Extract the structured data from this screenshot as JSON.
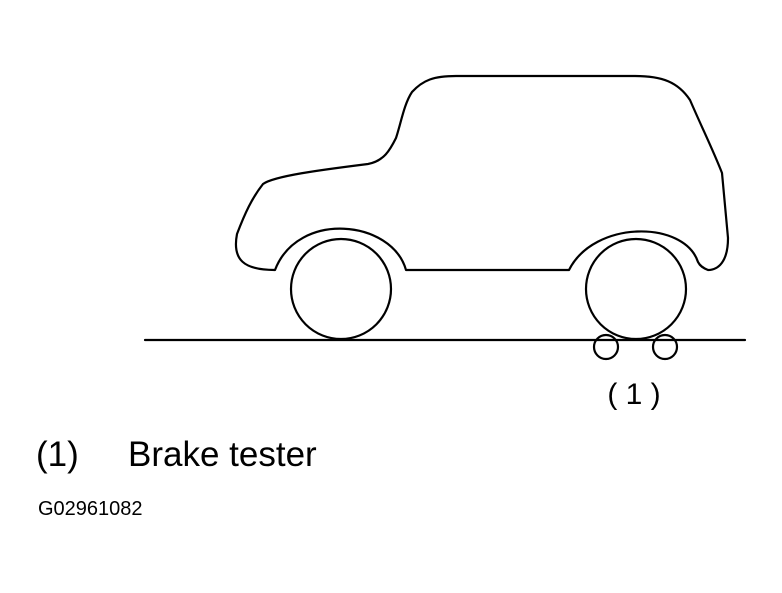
{
  "diagram": {
    "callout_label": "( 1 )"
  },
  "legend": {
    "number": "(1)",
    "text": "Brake tester"
  },
  "figure_code": "G02961082"
}
